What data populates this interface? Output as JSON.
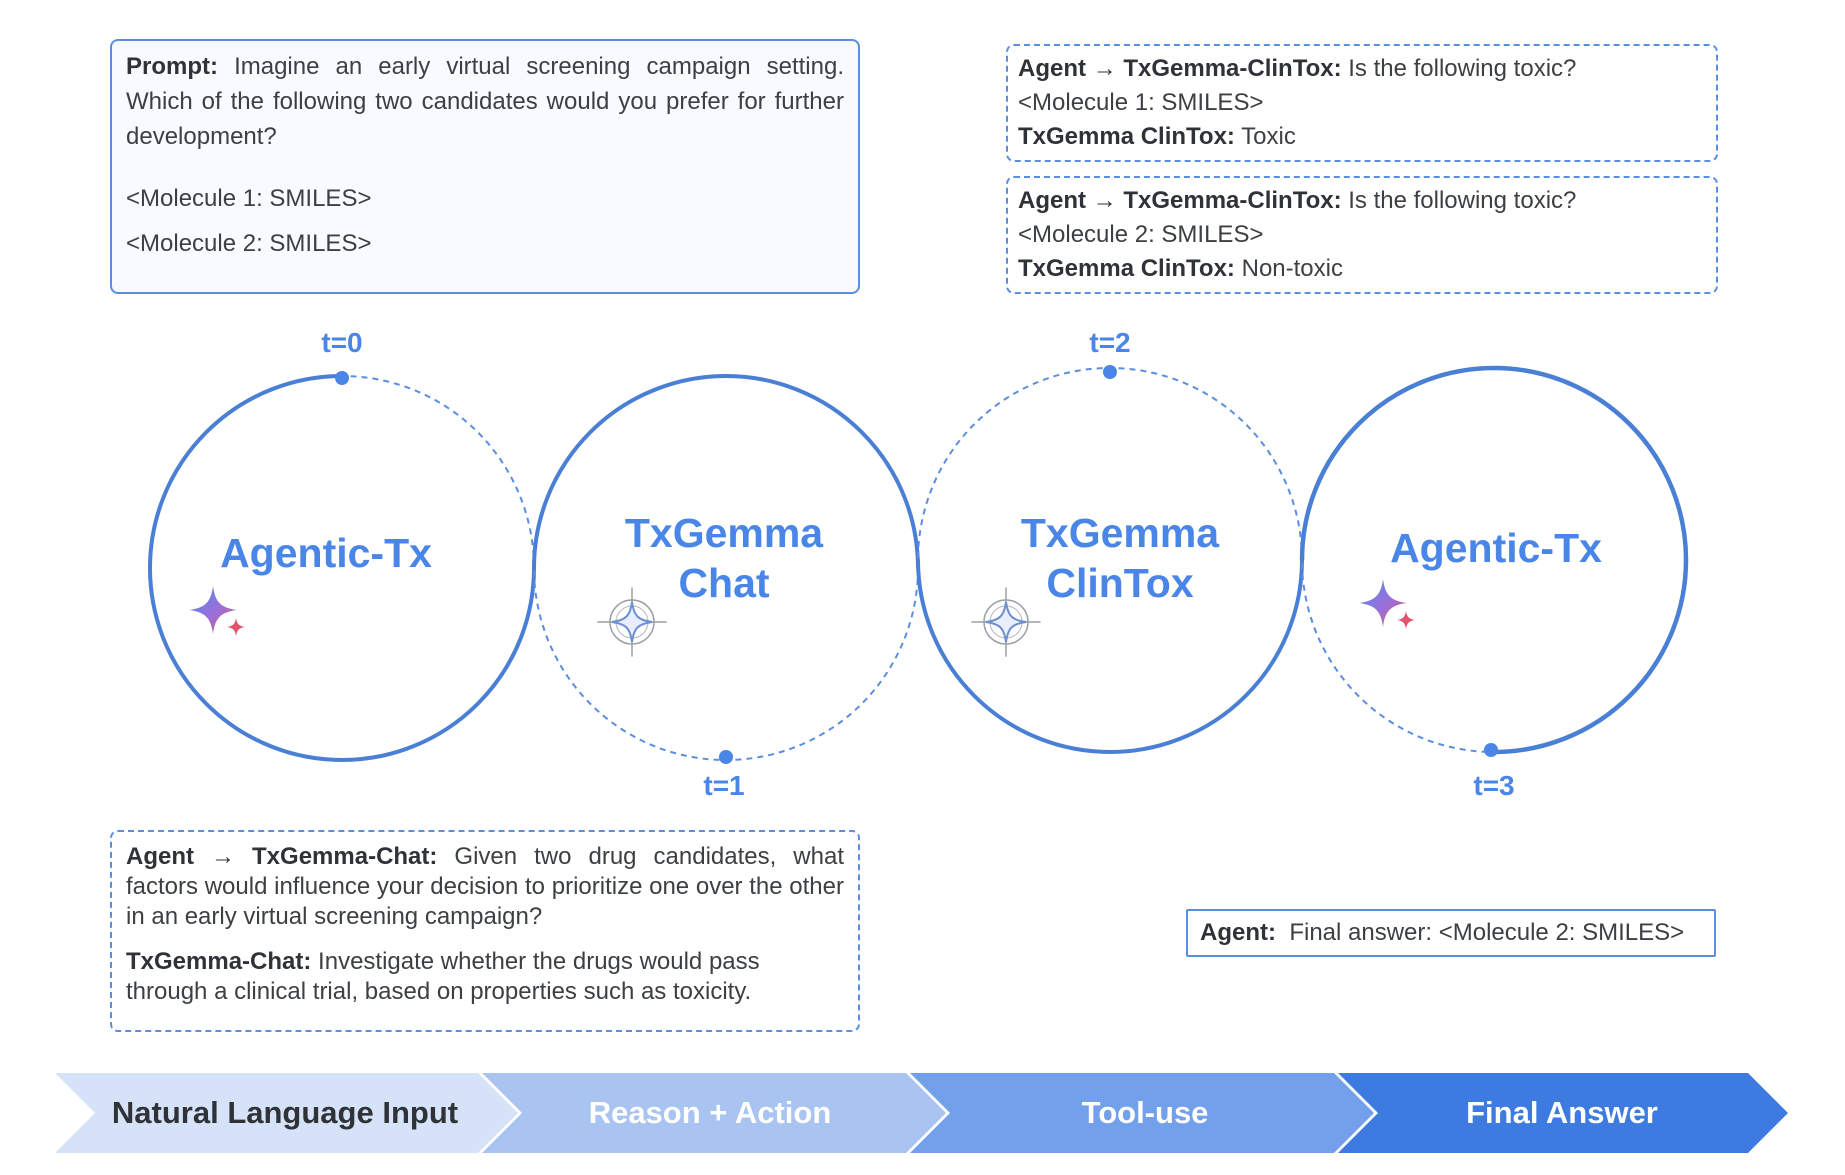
{
  "prompt_box": {
    "label": "Prompt:",
    "text": "Imagine an early virtual screening campaign setting. Which of the following two candidates would you prefer for further development?",
    "molecule1": "<Molecule 1: SMILES>",
    "molecule2": "<Molecule 2: SMILES>"
  },
  "clintox_box_1": {
    "agent_label": "Agent → TxGemma-ClinTox:",
    "question": "Is the following toxic?",
    "molecule": "<Molecule 1: SMILES>",
    "response_label": "TxGemma ClinTox:",
    "response": "Toxic"
  },
  "clintox_box_2": {
    "agent_label": "Agent → TxGemma-ClinTox:",
    "question": "Is the following toxic?",
    "molecule": "<Molecule 2: SMILES>",
    "response_label": "TxGemma ClinTox:",
    "response": "Non-toxic"
  },
  "chat_box": {
    "agent_label": "Agent → TxGemma-Chat:",
    "question": "Given two drug candidates, what factors would influence your decision to prioritize one over the other in an early virtual screening campaign?",
    "response_label": "TxGemma-Chat:",
    "response": "Investigate whether the drugs would pass through a clinical trial, based on properties such as toxicity."
  },
  "final_box": {
    "agent_label": "Agent:",
    "answer": "Final answer: <Molecule 2: SMILES>"
  },
  "circles": [
    {
      "line1": "Agentic-Tx",
      "line2": "",
      "icon": "sparkle-icon"
    },
    {
      "line1": "TxGemma",
      "line2": "Chat",
      "icon": "txgemma-logo-icon"
    },
    {
      "line1": "TxGemma",
      "line2": "ClinTox",
      "icon": "txgemma-logo-icon"
    },
    {
      "line1": "Agentic-Tx",
      "line2": "",
      "icon": "sparkle-icon"
    }
  ],
  "time_labels": [
    "t=0",
    "t=1",
    "t=2",
    "t=3"
  ],
  "stages": [
    {
      "label": "Natural Language Input",
      "color": "#d5e2f7",
      "text_color": "#2f3337"
    },
    {
      "label": "Reason + Action",
      "color": "#a9c4f1",
      "text_color": "#ffffff"
    },
    {
      "label": "Tool-use",
      "color": "#73a0ea",
      "text_color": "#ffffff"
    },
    {
      "label": "Final Answer",
      "color": "#3e7be0",
      "text_color": "#ffffff"
    }
  ],
  "colors": {
    "accent": "#4a86e8",
    "circle_stroke": "#4a7fd6",
    "title_text": "#4a86e8"
  }
}
